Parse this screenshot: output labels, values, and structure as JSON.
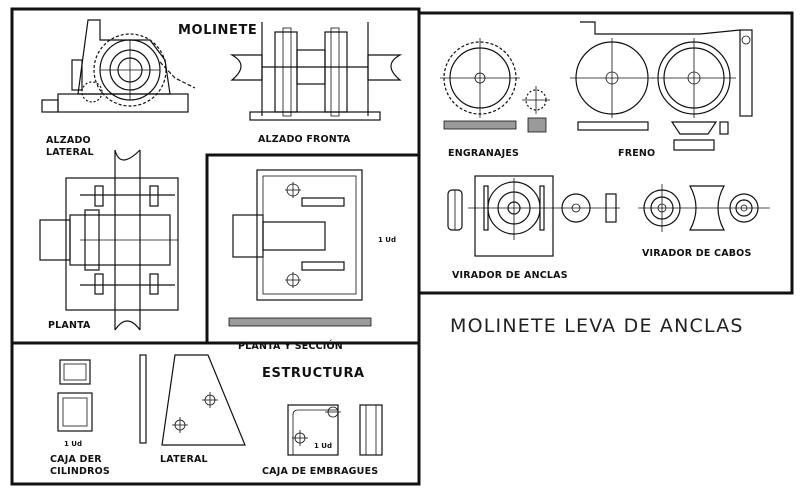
{
  "title": "MOLINETE LEVA DE ANCLAS",
  "sections": {
    "molinete": {
      "heading": "MOLINETE",
      "alzado_lateral_1": "ALZADO",
      "alzado_lateral_2": "LATERAL",
      "alzado_frontal": "ALZADO FRONTA",
      "planta": "PLANTA"
    },
    "planta_seccion": {
      "label": "PLANTA Y SECCIÓN",
      "qty": "1 Ud"
    },
    "estructura": {
      "heading": "ESTRUCTURA",
      "caja_cilindros_1": "CAJA DER",
      "caja_cilindros_2": "CILINDROS",
      "caja_qty": "1 Ud",
      "lateral": "LATERAL",
      "caja_embragues": "CAJA DE EMBRAGUES",
      "embragues_qty": "1 Ud"
    },
    "mecanismos": {
      "engranajes": "ENGRANAJES",
      "freno": "FRENO",
      "virador_anclas": "VIRADOR DE ANCLAS",
      "virador_cabos": "VIRADOR DE CABOS"
    }
  },
  "colors": {
    "ink": "#111111",
    "paper": "#ffffff",
    "gray": "#9a9a9a"
  }
}
